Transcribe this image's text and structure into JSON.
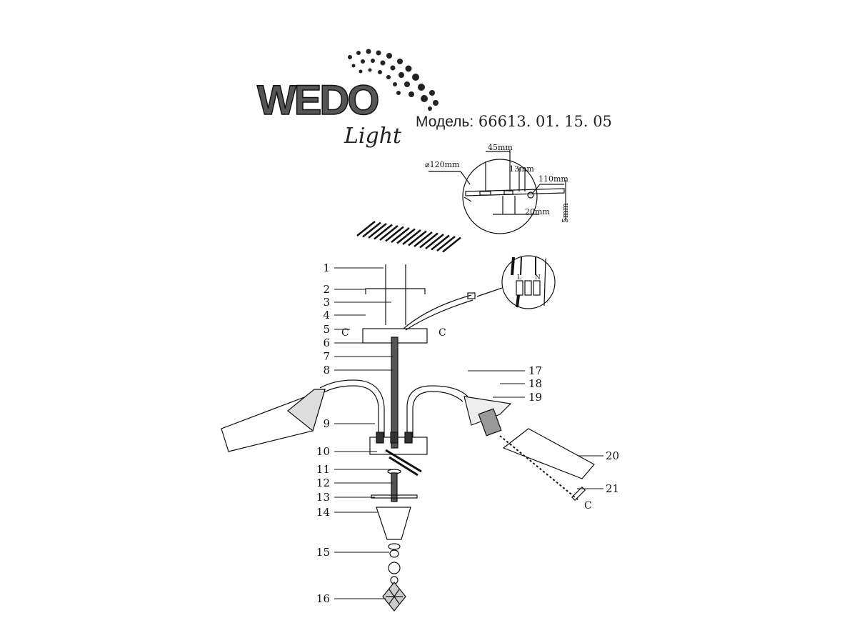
{
  "logo": {
    "brand": "WEDO",
    "sub": "Light"
  },
  "model": {
    "label": "Модель:",
    "number": "66613. 01. 15. 05"
  },
  "dimensions": {
    "diameter": "⌀120mm",
    "d45": "45mm",
    "d13": "13mm",
    "d110": "110mm",
    "d20": "20mm",
    "d5": "5mm"
  },
  "wiring": {
    "live": "L",
    "neutral": "N"
  },
  "callouts": [
    "1",
    "2",
    "3",
    "4",
    "5",
    "6",
    "7",
    "8",
    "9",
    "10",
    "11",
    "12",
    "13",
    "14",
    "15",
    "16",
    "17",
    "18",
    "19",
    "20",
    "21"
  ]
}
